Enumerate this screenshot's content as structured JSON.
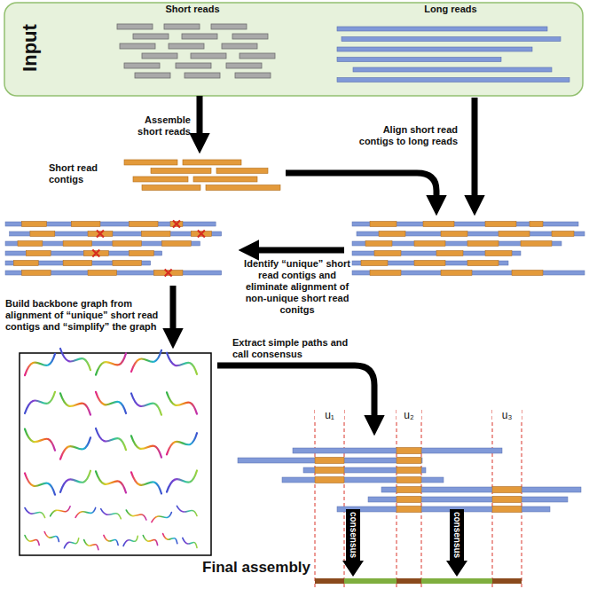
{
  "diagram": {
    "nodes": [
      {
        "text": [
          "Input"
        ]
      },
      {
        "text": [
          "Short reads"
        ],
        "in": 0
      },
      {
        "text": [
          "Long reads"
        ],
        "in": 0
      },
      {
        "text": [
          "Short read contigs"
        ]
      },
      {
        "text": [
          "consensus"
        ]
      },
      {
        "text": [
          "consensus"
        ]
      }
    ],
    "edges": [
      {
        "from": 1,
        "to": 3,
        "arrow": "to",
        "label": "Assemble short reads"
      }
    ],
    "labels": [
      "Align short read contigs to long reads",
      "Identify “unique” short read contigs and eliminate alignment of non-unique short read conitgs",
      "Build backbone graph from alignment of “unique” short read contigs and “simplify” the graph",
      "Extract simple paths and call consensus",
      "u₁",
      "u₂",
      "u₃",
      "Final assembly"
    ]
  }
}
